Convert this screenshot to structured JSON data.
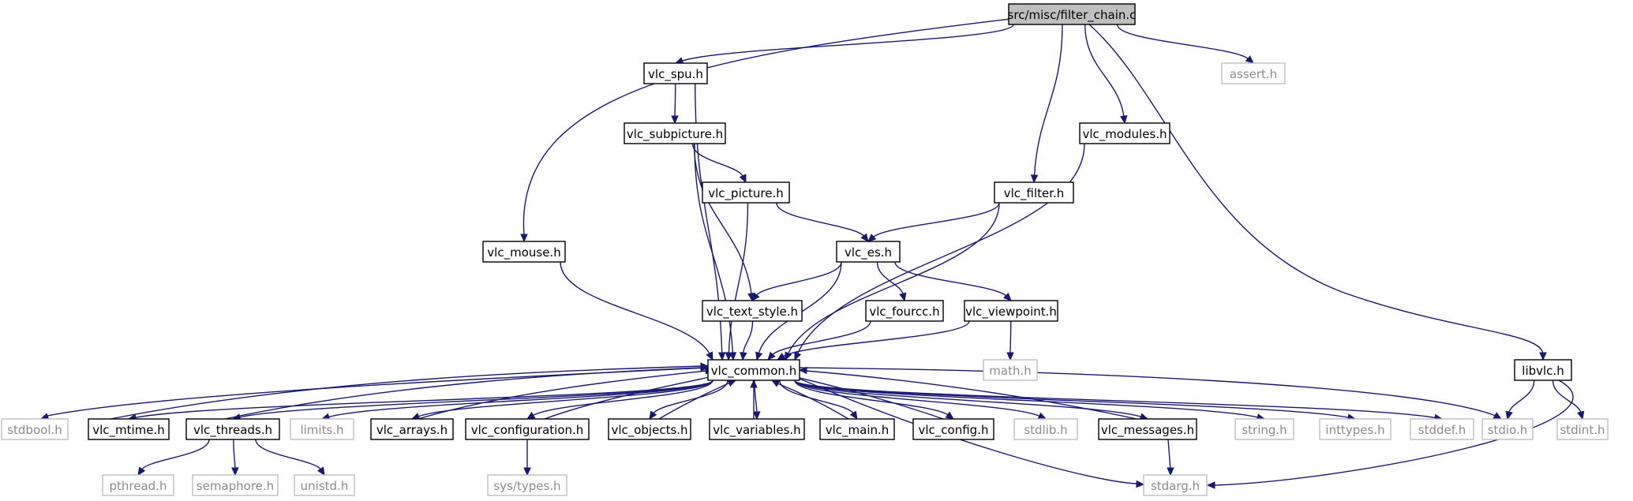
{
  "graph": {
    "colors": {
      "edge": "#191970",
      "root_fill": "#bfbfbf",
      "primary_border": "#000000",
      "system_border": "#bfbfbf",
      "system_text": "#8c8c8c"
    },
    "nodes": {
      "filter_chain": {
        "label": "src/misc/filter_chain.c",
        "kind": "root"
      },
      "vlc_spu": {
        "label": "vlc_spu.h",
        "kind": "primary"
      },
      "assert": {
        "label": "assert.h",
        "kind": "system"
      },
      "vlc_subpicture": {
        "label": "vlc_subpicture.h",
        "kind": "primary"
      },
      "vlc_modules": {
        "label": "vlc_modules.h",
        "kind": "primary"
      },
      "vlc_picture": {
        "label": "vlc_picture.h",
        "kind": "primary"
      },
      "vlc_filter": {
        "label": "vlc_filter.h",
        "kind": "primary"
      },
      "vlc_mouse": {
        "label": "vlc_mouse.h",
        "kind": "primary"
      },
      "vlc_es": {
        "label": "vlc_es.h",
        "kind": "primary"
      },
      "vlc_text_style": {
        "label": "vlc_text_style.h",
        "kind": "primary"
      },
      "vlc_fourcc": {
        "label": "vlc_fourcc.h",
        "kind": "primary"
      },
      "vlc_viewpoint": {
        "label": "vlc_viewpoint.h",
        "kind": "primary"
      },
      "vlc_common": {
        "label": "vlc_common.h",
        "kind": "primary"
      },
      "math": {
        "label": "math.h",
        "kind": "system"
      },
      "libvlc": {
        "label": "libvlc.h",
        "kind": "primary"
      },
      "stdbool": {
        "label": "stdbool.h",
        "kind": "system"
      },
      "vlc_mtime": {
        "label": "vlc_mtime.h",
        "kind": "primary"
      },
      "vlc_threads": {
        "label": "vlc_threads.h",
        "kind": "primary"
      },
      "limits": {
        "label": "limits.h",
        "kind": "system"
      },
      "vlc_arrays": {
        "label": "vlc_arrays.h",
        "kind": "primary"
      },
      "vlc_configuration": {
        "label": "vlc_configuration.h",
        "kind": "primary"
      },
      "vlc_objects": {
        "label": "vlc_objects.h",
        "kind": "primary"
      },
      "vlc_variables": {
        "label": "vlc_variables.h",
        "kind": "primary"
      },
      "vlc_main": {
        "label": "vlc_main.h",
        "kind": "primary"
      },
      "vlc_config": {
        "label": "vlc_config.h",
        "kind": "primary"
      },
      "stdlib": {
        "label": "stdlib.h",
        "kind": "system"
      },
      "vlc_messages": {
        "label": "vlc_messages.h",
        "kind": "primary"
      },
      "string": {
        "label": "string.h",
        "kind": "system"
      },
      "inttypes": {
        "label": "inttypes.h",
        "kind": "system"
      },
      "stddef": {
        "label": "stddef.h",
        "kind": "system"
      },
      "stdio": {
        "label": "stdio.h",
        "kind": "system"
      },
      "stdint": {
        "label": "stdint.h",
        "kind": "system"
      },
      "pthread": {
        "label": "pthread.h",
        "kind": "system"
      },
      "semaphore": {
        "label": "semaphore.h",
        "kind": "system"
      },
      "unistd": {
        "label": "unistd.h",
        "kind": "system"
      },
      "sys_types": {
        "label": "sys/types.h",
        "kind": "system"
      },
      "stdarg": {
        "label": "stdarg.h",
        "kind": "system"
      }
    },
    "edges": [
      [
        "filter_chain",
        "vlc_spu"
      ],
      [
        "filter_chain",
        "vlc_mouse"
      ],
      [
        "filter_chain",
        "vlc_filter"
      ],
      [
        "filter_chain",
        "vlc_modules"
      ],
      [
        "filter_chain",
        "assert"
      ],
      [
        "filter_chain",
        "libvlc"
      ],
      [
        "vlc_spu",
        "vlc_subpicture"
      ],
      [
        "vlc_spu",
        "vlc_common"
      ],
      [
        "vlc_subpicture",
        "vlc_picture"
      ],
      [
        "vlc_subpicture",
        "vlc_text_style"
      ],
      [
        "vlc_subpicture",
        "vlc_common"
      ],
      [
        "vlc_picture",
        "vlc_es"
      ],
      [
        "vlc_picture",
        "vlc_common"
      ],
      [
        "vlc_filter",
        "vlc_es"
      ],
      [
        "vlc_filter",
        "vlc_common"
      ],
      [
        "vlc_modules",
        "vlc_common"
      ],
      [
        "vlc_mouse",
        "vlc_common"
      ],
      [
        "vlc_es",
        "vlc_text_style"
      ],
      [
        "vlc_es",
        "vlc_fourcc"
      ],
      [
        "vlc_es",
        "vlc_viewpoint"
      ],
      [
        "vlc_es",
        "vlc_common"
      ],
      [
        "vlc_text_style",
        "vlc_common"
      ],
      [
        "vlc_fourcc",
        "vlc_common"
      ],
      [
        "vlc_viewpoint",
        "vlc_common"
      ],
      [
        "vlc_viewpoint",
        "math"
      ],
      [
        "libvlc",
        "stdio"
      ],
      [
        "libvlc",
        "stdint"
      ],
      [
        "libvlc",
        "stdarg"
      ],
      [
        "vlc_common",
        "stdbool"
      ],
      [
        "vlc_common",
        "vlc_mtime"
      ],
      [
        "vlc_common",
        "vlc_threads"
      ],
      [
        "vlc_common",
        "limits"
      ],
      [
        "vlc_common",
        "vlc_arrays"
      ],
      [
        "vlc_common",
        "vlc_configuration"
      ],
      [
        "vlc_common",
        "vlc_objects"
      ],
      [
        "vlc_common",
        "vlc_variables"
      ],
      [
        "vlc_common",
        "vlc_main"
      ],
      [
        "vlc_common",
        "vlc_config"
      ],
      [
        "vlc_common",
        "stdlib"
      ],
      [
        "vlc_common",
        "vlc_messages"
      ],
      [
        "vlc_common",
        "string"
      ],
      [
        "vlc_common",
        "inttypes"
      ],
      [
        "vlc_common",
        "stddef"
      ],
      [
        "vlc_common",
        "stdio"
      ],
      [
        "vlc_common",
        "stdarg"
      ],
      [
        "vlc_mtime",
        "vlc_common"
      ],
      [
        "vlc_threads",
        "vlc_common"
      ],
      [
        "vlc_arrays",
        "vlc_common"
      ],
      [
        "vlc_configuration",
        "vlc_common"
      ],
      [
        "vlc_objects",
        "vlc_common"
      ],
      [
        "vlc_variables",
        "vlc_common"
      ],
      [
        "vlc_main",
        "vlc_common"
      ],
      [
        "vlc_config",
        "vlc_common"
      ],
      [
        "vlc_messages",
        "vlc_common"
      ],
      [
        "vlc_threads",
        "pthread"
      ],
      [
        "vlc_threads",
        "semaphore"
      ],
      [
        "vlc_threads",
        "unistd"
      ],
      [
        "vlc_configuration",
        "sys_types"
      ],
      [
        "vlc_messages",
        "stdarg"
      ]
    ]
  }
}
